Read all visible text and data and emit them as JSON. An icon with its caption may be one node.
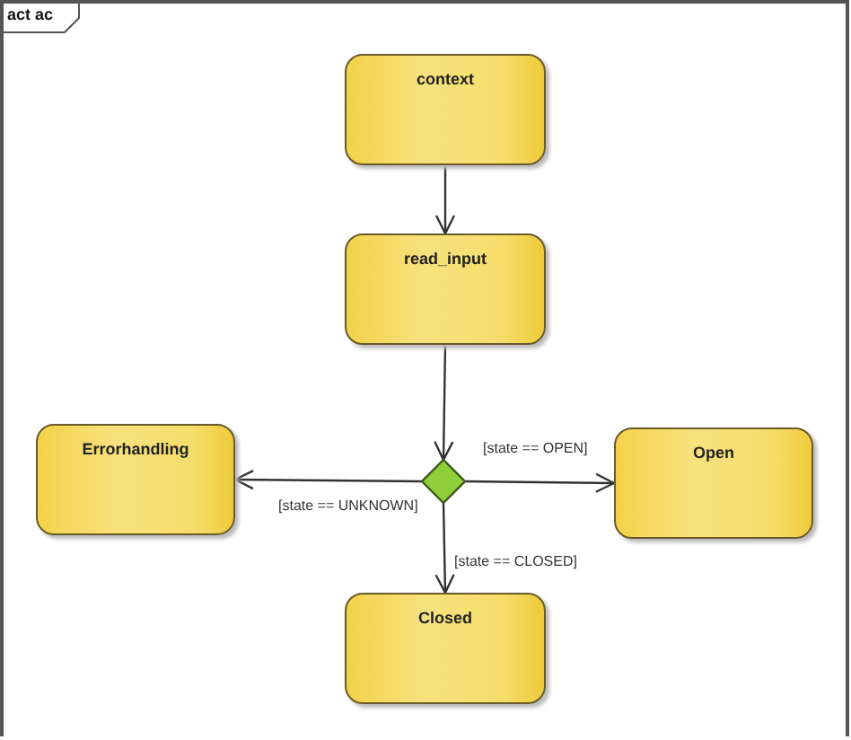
{
  "diagram": {
    "title": "act ac",
    "nodes": [
      {
        "text": [
          "context"
        ]
      },
      {
        "text": [
          "read_input"
        ]
      },
      {
        "text": [],
        "shape": "diamond"
      },
      {
        "text": [
          "Errorhandling"
        ]
      },
      {
        "text": [
          "Open"
        ]
      },
      {
        "text": [
          "Closed"
        ]
      }
    ],
    "edges": [
      {
        "from": 0,
        "to": 1,
        "arrow": "to"
      },
      {
        "from": 1,
        "to": 2,
        "arrow": "to"
      },
      {
        "from": 2,
        "to": 4,
        "arrow": "to",
        "label": "[state == OPEN]"
      },
      {
        "from": 2,
        "to": 3,
        "arrow": "to",
        "label": "[state == UNKNOWN]"
      },
      {
        "from": 2,
        "to": 5,
        "arrow": "to",
        "label": "[state == CLOSED]"
      }
    ]
  }
}
